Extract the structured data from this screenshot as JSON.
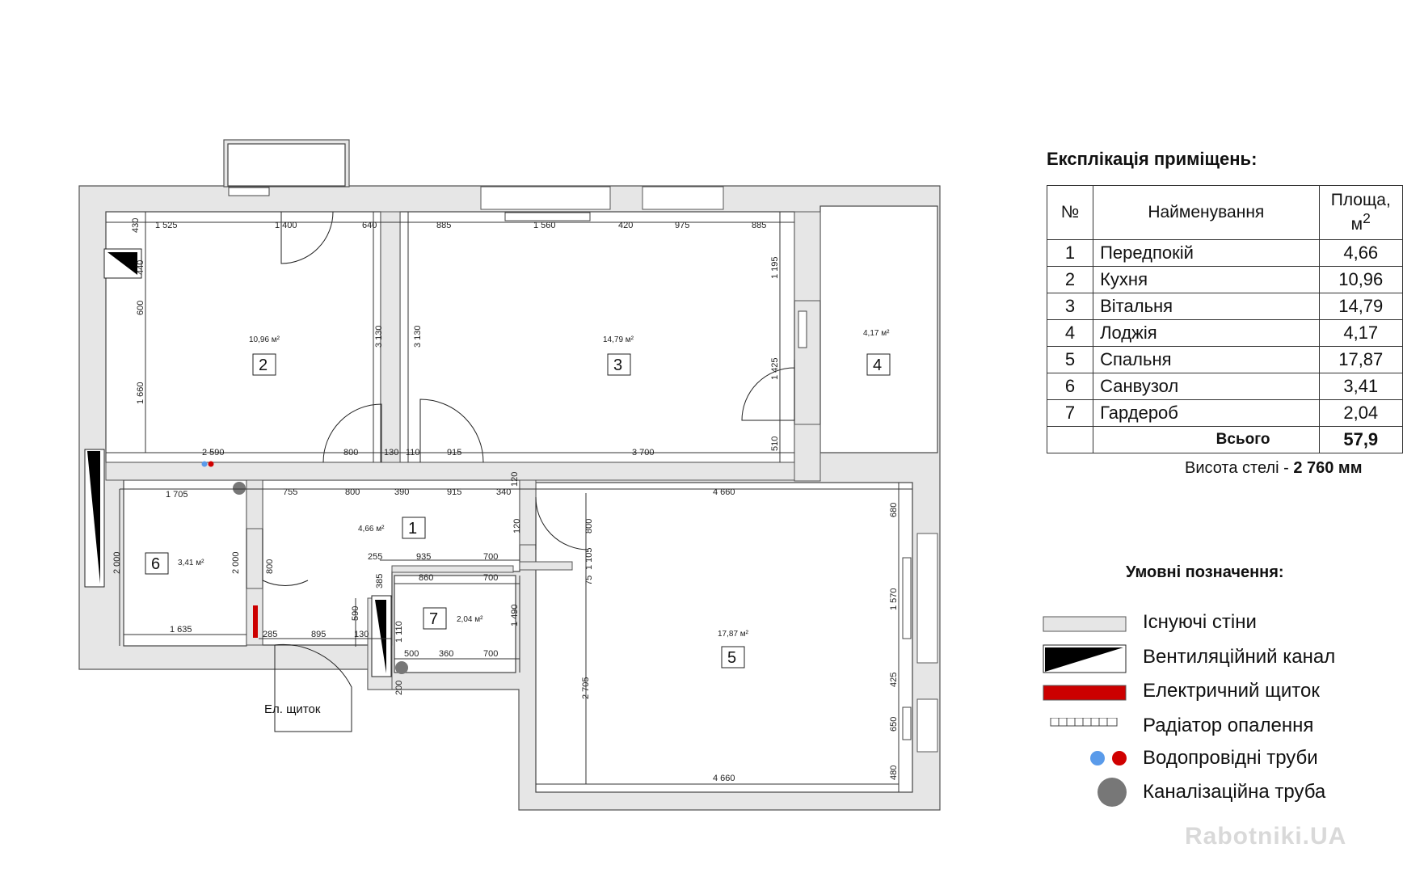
{
  "plan": {
    "rooms": [
      {
        "num": "2",
        "area": "10,96 м²"
      },
      {
        "num": "3",
        "area": "14,79 м²"
      },
      {
        "num": "4",
        "area": "4,17 м²"
      },
      {
        "num": "1",
        "area": "4,66 м²"
      },
      {
        "num": "6",
        "area": "3,41 м²"
      },
      {
        "num": "7",
        "area": "2,04 м²"
      },
      {
        "num": "5",
        "area": "17,87 м²"
      }
    ],
    "dims_top": [
      "430",
      "1 525",
      "1 400",
      "640",
      "885",
      "1 560",
      "420",
      "975",
      "885"
    ],
    "dims_left_kitchen": [
      "440",
      "600",
      "1 660"
    ],
    "dims_kitchen_walls": [
      "3 130",
      "3 130"
    ],
    "dims_row_mid": [
      "2 590",
      "800",
      "130",
      "110",
      "915",
      "3 700"
    ],
    "dims_living_right": [
      "1 195",
      "1 425",
      "510"
    ],
    "dims_row_hall": [
      "1 705",
      "755",
      "800",
      "390",
      "915",
      "340",
      "120",
      "4 660"
    ],
    "dims_bath": [
      "2 000",
      "2 000",
      "1 635",
      "285",
      "895",
      "130"
    ],
    "dims_hall_inner": [
      "800",
      "120",
      "800",
      "75",
      "1 105"
    ],
    "dims_wardrobe": [
      "255",
      "935",
      "700",
      "385",
      "860",
      "700",
      "590",
      "1 110",
      "1 490",
      "500",
      "360",
      "700",
      "200"
    ],
    "dims_bedroom": [
      "680",
      "1 570",
      "425",
      "650",
      "480",
      "2 705",
      "4 660"
    ],
    "el_panel_label": "Ел. щиток"
  },
  "explication": {
    "title": "Експлікація приміщень:",
    "headers": {
      "num": "№",
      "name": "Найменування",
      "area": "Площа, м"
    },
    "rows": [
      {
        "num": "1",
        "name": "Передпокій",
        "area": "4,66"
      },
      {
        "num": "2",
        "name": "Кухня",
        "area": "10,96"
      },
      {
        "num": "3",
        "name": "Вітальня",
        "area": "14,79"
      },
      {
        "num": "4",
        "name": "Лоджія",
        "area": "4,17"
      },
      {
        "num": "5",
        "name": "Спальня",
        "area": "17,87"
      },
      {
        "num": "6",
        "name": "Санвузол",
        "area": "3,41"
      },
      {
        "num": "7",
        "name": "Гардероб",
        "area": "2,04"
      }
    ],
    "total_label": "Всього",
    "total_value": "57,9",
    "ceiling_label": "Висота стелі - ",
    "ceiling_value": "2 760 мм"
  },
  "legend": {
    "title": "Умовні позначення:",
    "items": [
      {
        "icon": "existing-walls-icon",
        "label": "Існуючі стіни"
      },
      {
        "icon": "ventilation-duct-icon",
        "label": "Вентиляційний канал"
      },
      {
        "icon": "electric-panel-icon",
        "label": "Електричний щиток"
      },
      {
        "icon": "heating-radiator-icon",
        "label": "Радіатор опалення"
      },
      {
        "icon": "water-pipes-icon",
        "label": "Водопровідні труби"
      },
      {
        "icon": "sewer-pipe-icon",
        "label": "Каналізаційна труба"
      }
    ],
    "colors": {
      "wall": "#e6e6e6",
      "electric": "#cc0000",
      "cold_water": "#5a9bea",
      "hot_water": "#d00000",
      "sewer": "#777777"
    }
  },
  "watermark": "Rabotniki.UA"
}
